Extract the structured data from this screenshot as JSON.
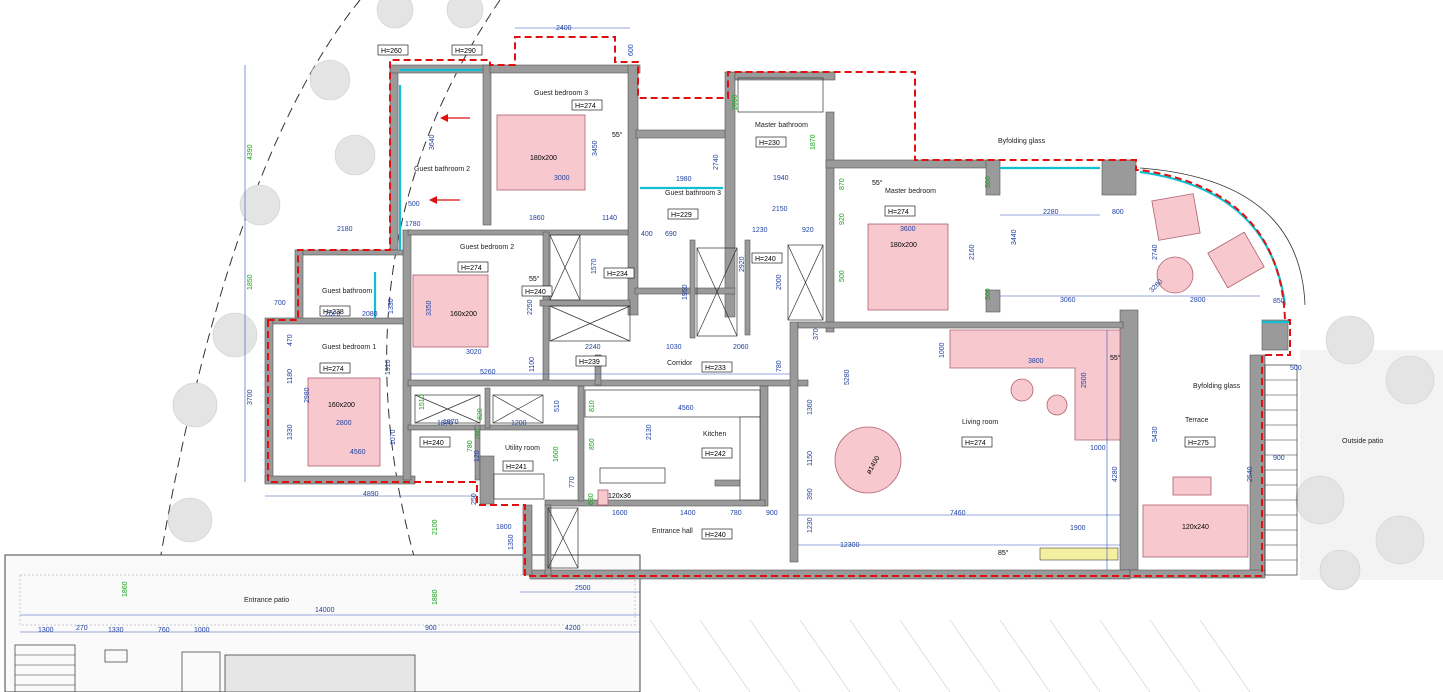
{
  "rooms": [
    {
      "name": "Guest bedroom 3",
      "height": "H=274"
    },
    {
      "name": "Guest bathroom 2",
      "height": "H=260"
    },
    {
      "name": "Guest bathroom 3",
      "height": "H=229"
    },
    {
      "name": "Master bathroom",
      "height": "H=230"
    },
    {
      "name": "Master bedroom",
      "height": "H=274"
    },
    {
      "name": "Guest bedroom 2",
      "height": "H=274"
    },
    {
      "name": "Guest bathroom",
      "height": "H=238"
    },
    {
      "name": "Guest bedroom 1",
      "height": "H=274"
    },
    {
      "name": "Corridor",
      "height": "H=233"
    },
    {
      "name": "Utility room",
      "height": "H=241"
    },
    {
      "name": "Kitchen",
      "height": "H=242"
    },
    {
      "name": "Entrance hall",
      "height": "H=240"
    },
    {
      "name": "Living room",
      "height": "H=274"
    },
    {
      "name": "Terrace",
      "height": "H=275"
    },
    {
      "name": "Outside patio",
      "height": ""
    },
    {
      "name": "Entrance patio",
      "height": ""
    }
  ],
  "extra_heights": [
    "H=290",
    "H=240",
    "H=234",
    "H=240",
    "H=239",
    "H=240"
  ],
  "labels": {
    "byfolding_top": "Byfolding glass",
    "byfolding_right": "Byfolding glass"
  },
  "furniture": {
    "bed1": "180x200",
    "bed2": "160x200",
    "bed3": "160x200",
    "master_bed": "180x200",
    "sofa": "120x240",
    "bench": "120x36",
    "table": "ø1400"
  },
  "angles": [
    "55°",
    "55°",
    "55°",
    "55°",
    "85°"
  ],
  "dimensions_blue": [
    "2400",
    "600",
    "3640",
    "3450",
    "3000",
    "1860",
    "1140",
    "1980",
    "2740",
    "1940",
    "2150",
    "1230",
    "920",
    "690",
    "400",
    "2080",
    "1870",
    "3600",
    "2160",
    "2280",
    "800",
    "3440",
    "2740",
    "3060",
    "2800",
    "3280",
    "850",
    "2180",
    "1780",
    "500",
    "700",
    "2020",
    "1330",
    "3350",
    "2250",
    "3020",
    "2240",
    "1030",
    "2060",
    "1570",
    "1950",
    "2920",
    "2000",
    "370",
    "470",
    "1180",
    "2980",
    "3700",
    "1910",
    "1070",
    "1330",
    "2800",
    "4560",
    "5260",
    "1100",
    "780",
    "1360",
    "1000",
    "3800",
    "2500",
    "5280",
    "1000",
    "4560",
    "1870",
    "1200",
    "510",
    "2130",
    "1150",
    "4280",
    "390",
    "1230",
    "1600",
    "1400",
    "780",
    "900",
    "7460",
    "1900",
    "12300",
    "4890",
    "250",
    "1800",
    "1350",
    "120",
    "770",
    "5430",
    "2540",
    "900",
    "500",
    "14000",
    "2500",
    "1300",
    "270",
    "1330",
    "760",
    "1000",
    "900",
    "4200"
  ],
  "dimensions_green": [
    "4390",
    "1850",
    "500",
    "870",
    "920",
    "2650",
    "1870",
    "500",
    "500",
    "780",
    "1600",
    "810",
    "1510",
    "780",
    "850",
    "820",
    "630",
    "2100",
    "1880",
    "1860"
  ]
}
